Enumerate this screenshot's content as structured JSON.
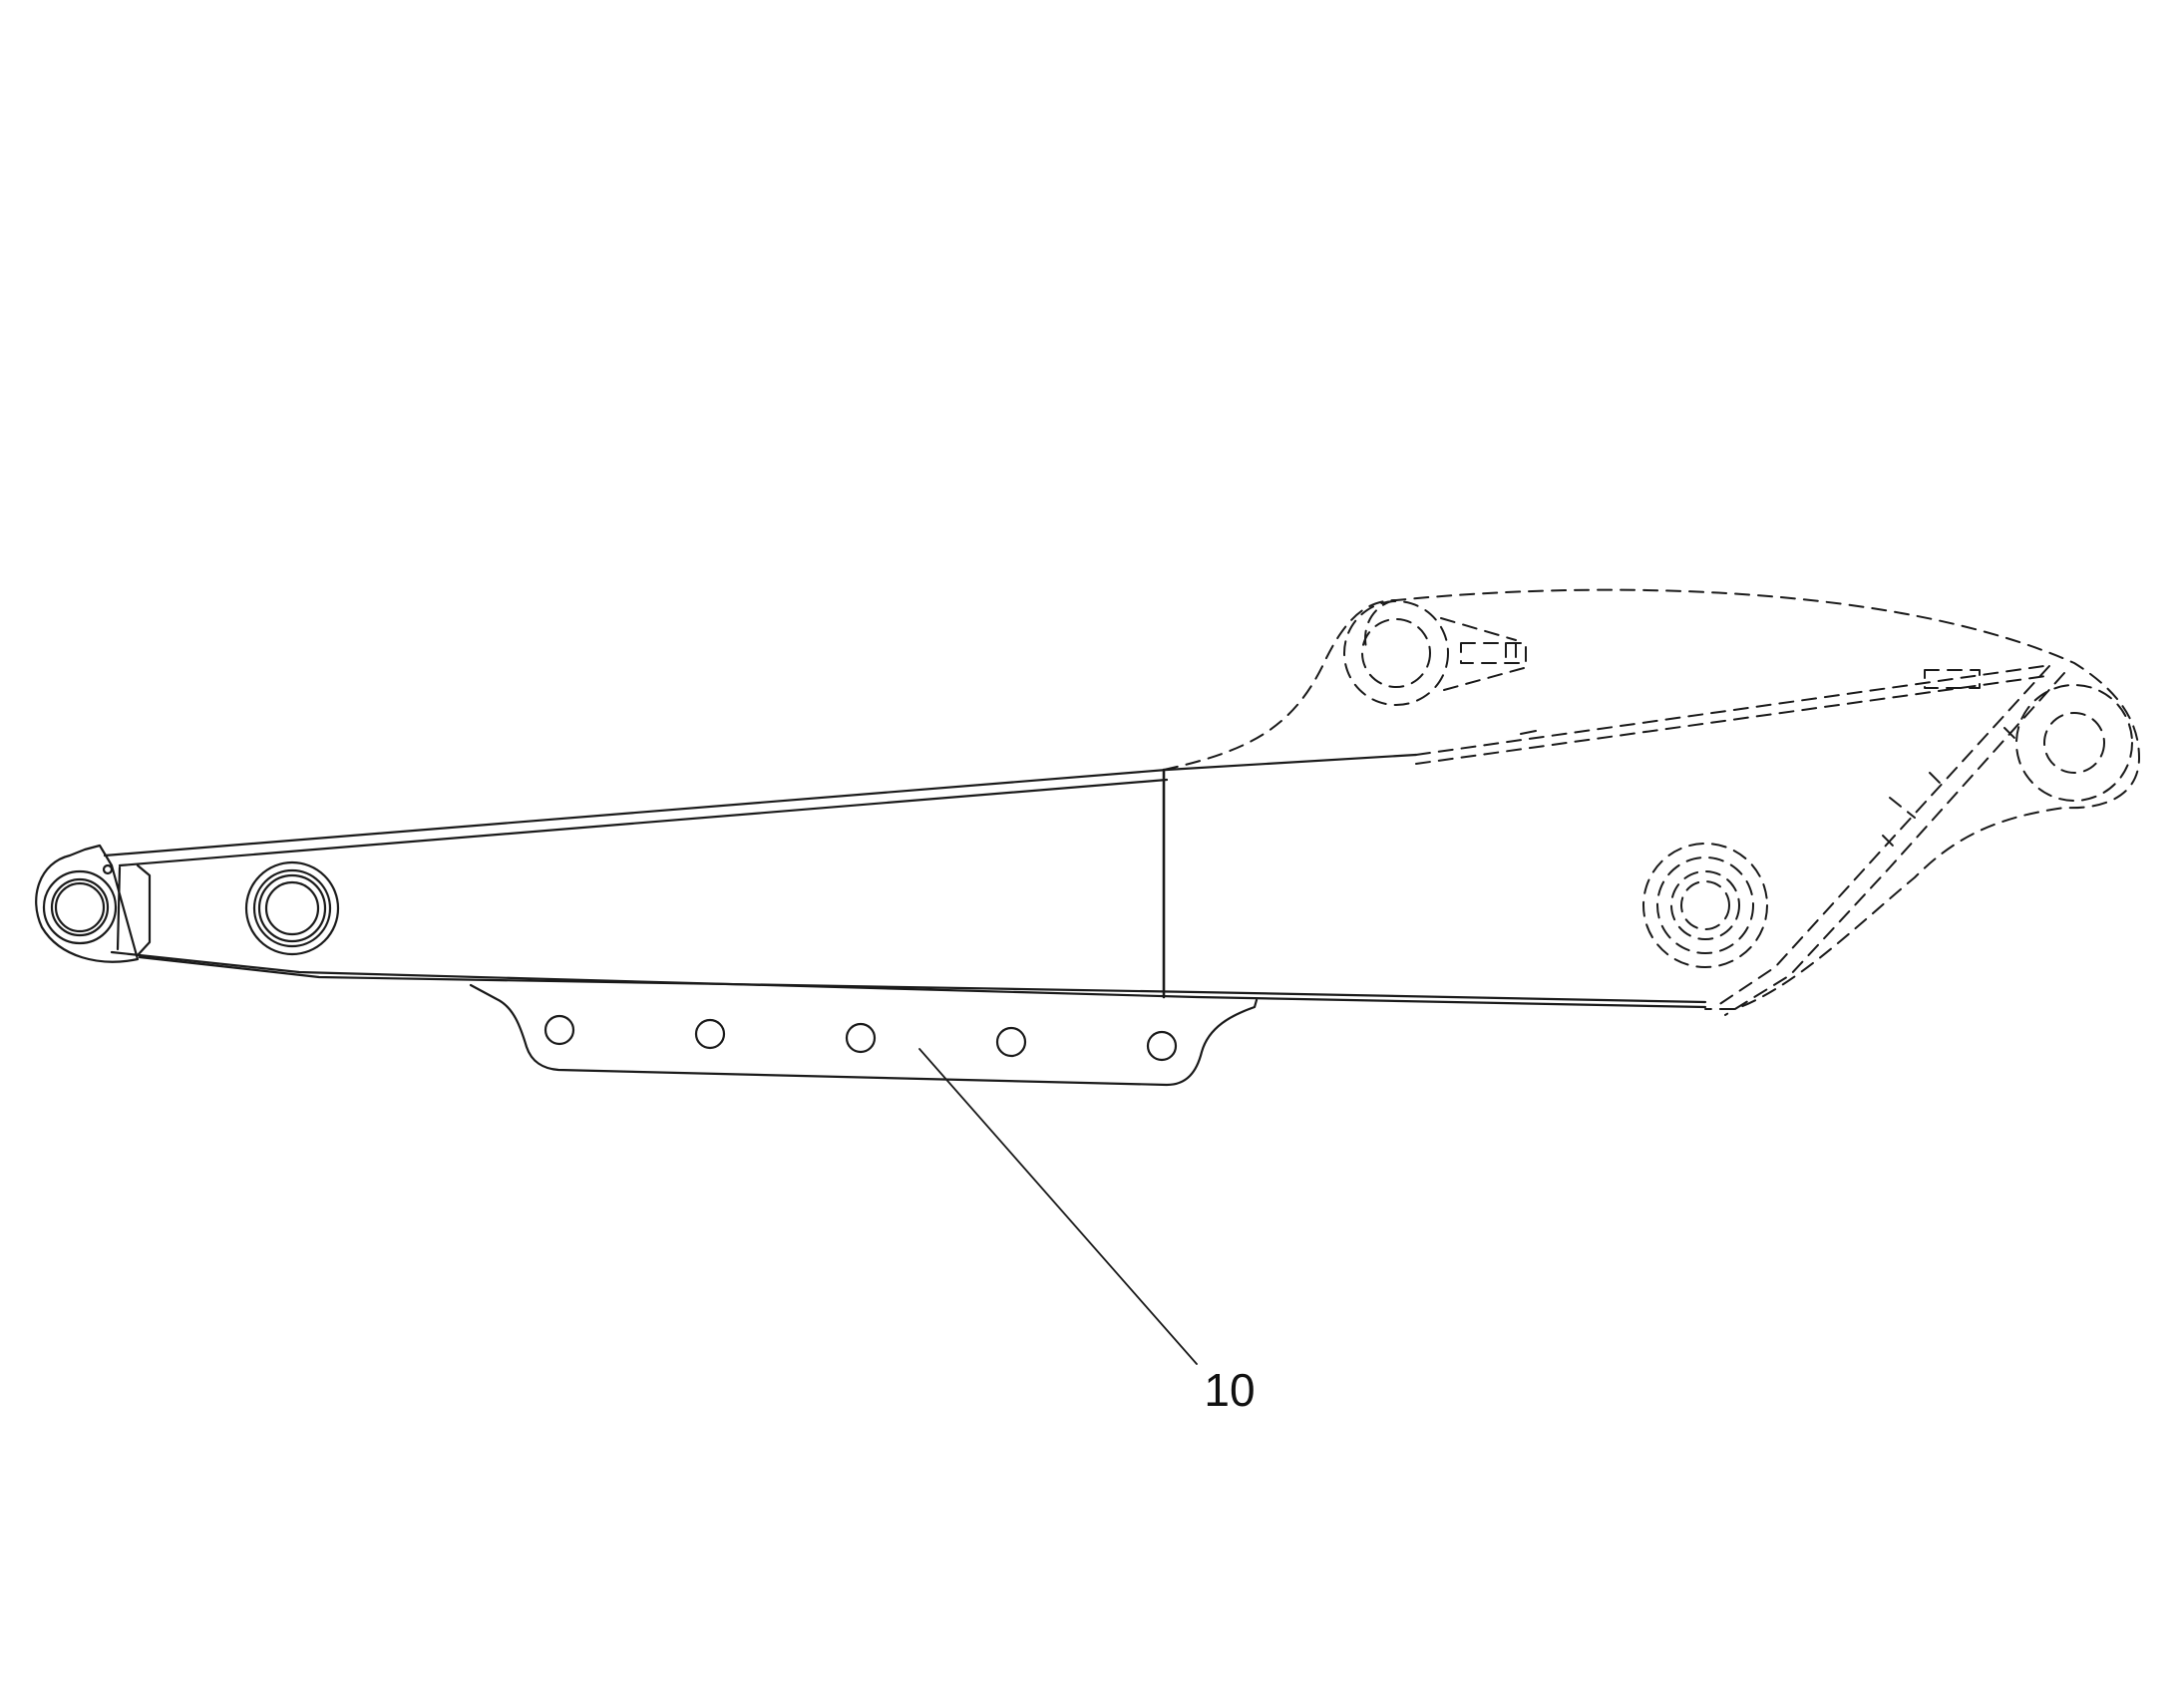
{
  "diagram": {
    "kind": "technical line drawing of an arm with a bottom plate",
    "callouts": [
      {
        "id": "10",
        "label": "10"
      }
    ],
    "colors": {
      "line": "#1a1a1a",
      "background": "#ffffff"
    }
  }
}
